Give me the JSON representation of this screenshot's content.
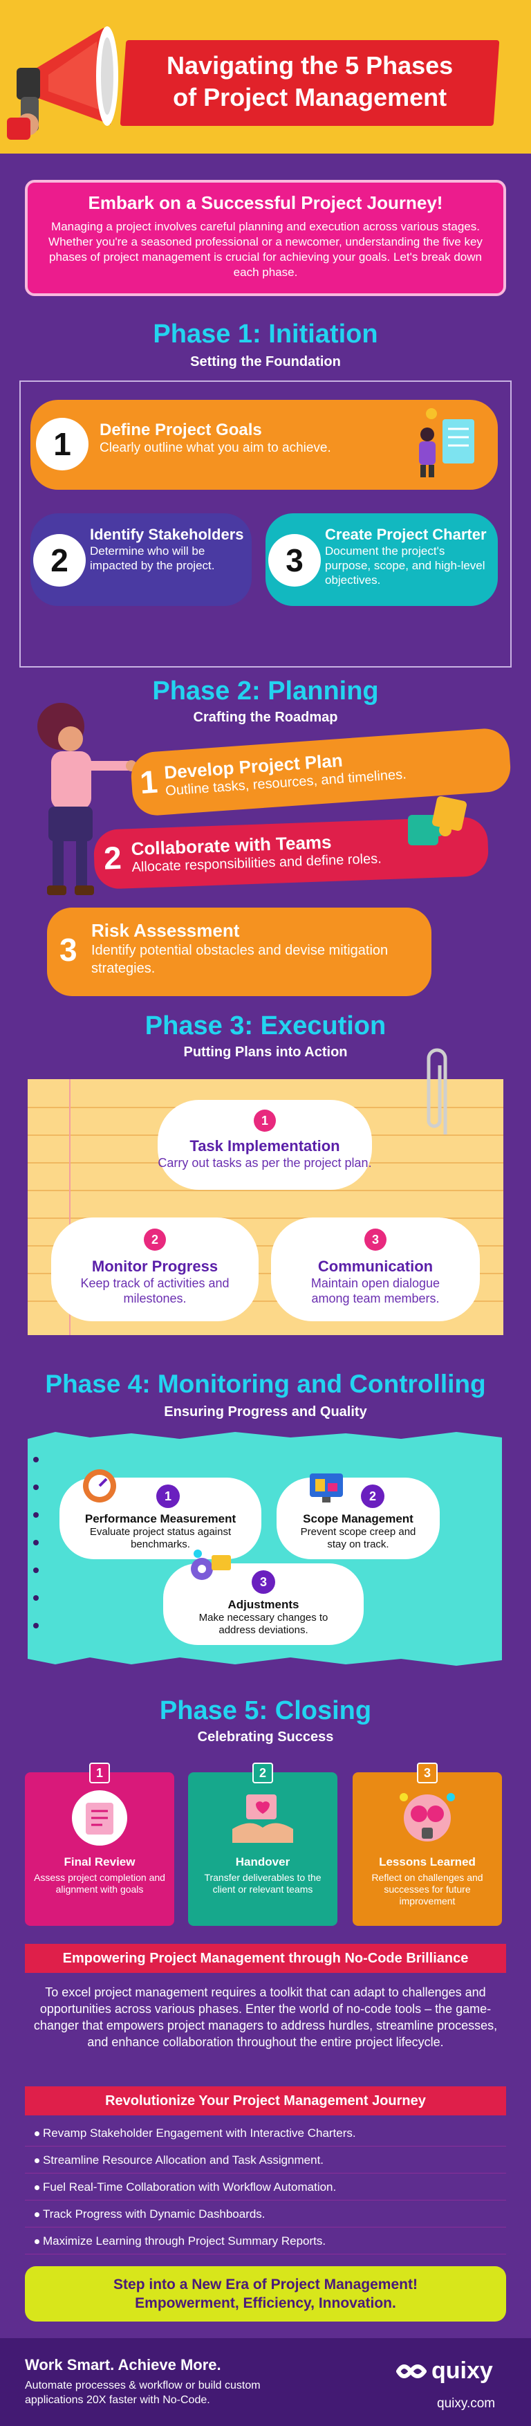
{
  "header": {
    "title_line1": "Navigating the 5 Phases",
    "title_line2": "of Project Management"
  },
  "intro": {
    "heading": "Embark on a Successful Project Journey!",
    "text": "Managing a project involves careful planning and execution across various stages. Whether you're a seasoned professional or a newcomer, understanding the five key phases of project management is crucial for achieving your goals. Let's break down each phase."
  },
  "phase1": {
    "title": "Phase 1: Initiation",
    "subtitle": "Setting the Foundation",
    "items": [
      {
        "num": "1",
        "title": "Define Project Goals",
        "text": "Clearly outline what you aim to achieve."
      },
      {
        "num": "2",
        "title": "Identify Stakeholders",
        "text": "Determine who will be impacted by the project."
      },
      {
        "num": "3",
        "title": "Create Project Charter",
        "text": "Document the project's purpose, scope, and high-level objectives."
      }
    ]
  },
  "phase2": {
    "title": "Phase 2: Planning",
    "subtitle": "Crafting the Roadmap",
    "items": [
      {
        "num": "1",
        "title": "Develop Project Plan",
        "text": "Outline tasks, resources, and timelines."
      },
      {
        "num": "2",
        "title": "Collaborate with Teams",
        "text": "Allocate responsibilities and define roles."
      },
      {
        "num": "3",
        "title": "Risk Assessment",
        "text": "Identify potential obstacles and devise mitigation strategies."
      }
    ]
  },
  "phase3": {
    "title": "Phase 3: Execution",
    "subtitle": "Putting Plans into Action",
    "items": [
      {
        "num": "1",
        "title": "Task Implementation",
        "text": "Carry out tasks as per the project plan."
      },
      {
        "num": "2",
        "title": "Monitor Progress",
        "text": "Keep track of activities and milestones."
      },
      {
        "num": "3",
        "title": "Communication",
        "text": "Maintain open dialogue among team members."
      }
    ]
  },
  "phase4": {
    "title": "Phase 4: Monitoring and Controlling",
    "subtitle": "Ensuring Progress and Quality",
    "items": [
      {
        "num": "1",
        "title": "Performance Measurement",
        "text": "Evaluate project status against benchmarks."
      },
      {
        "num": "2",
        "title": "Scope Management",
        "text": "Prevent scope creep and stay on track."
      },
      {
        "num": "3",
        "title": "Adjustments",
        "text": "Make necessary changes to address deviations."
      }
    ]
  },
  "phase5": {
    "title": "Phase 5: Closing",
    "subtitle": "Celebrating Success",
    "items": [
      {
        "num": "1",
        "title": "Final Review",
        "text": "Assess project completion and alignment with goals",
        "color": "#d9197a"
      },
      {
        "num": "2",
        "title": "Handover",
        "text": "Transfer deliverables to the client or relevant teams",
        "color": "#16a88c"
      },
      {
        "num": "3",
        "title": "Lessons Learned",
        "text": "Reflect on challenges and successes for future improvement",
        "color": "#ea8a14"
      }
    ]
  },
  "nocode": {
    "heading": "Empowering Project Management through No-Code Brilliance",
    "text": "To excel project management requires a toolkit that can adapt to challenges and opportunities across various phases. Enter the world of no-code tools – the game-changer that empowers project managers to address hurdles, streamline processes, and enhance collaboration throughout the entire project lifecycle."
  },
  "revolutionize": {
    "heading": "Revolutionize Your Project Management Journey",
    "items": [
      "Revamp Stakeholder Engagement with Interactive Charters.",
      "Streamline Resource Allocation and Task Assignment.",
      "Fuel Real-Time Collaboration with Workflow Automation.",
      "Track Progress with Dynamic Dashboards.",
      "Maximize Learning through Project Summary Reports."
    ]
  },
  "cta": {
    "line1": "Step into a New Era of Project Management!",
    "line2": "Empowerment, Efficiency, Innovation."
  },
  "footer": {
    "heading": "Work Smart. Achieve More.",
    "text": "Automate processes & workflow or build custom applications 20X faster with No-Code.",
    "logo": "quixy",
    "site": "quixy.com"
  },
  "colors": {
    "background": "#5e2d8f",
    "accent_cyan": "#23d4f0",
    "header_yellow": "#f7c22a",
    "banner_red": "#e1222a",
    "intro_pink": "#ec1c8d"
  }
}
